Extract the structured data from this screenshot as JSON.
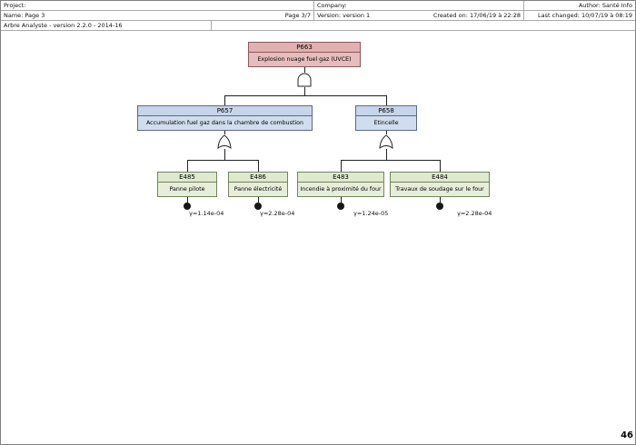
{
  "header": {
    "project": "Project:",
    "company": "Company:",
    "author": "Author: Santé Info",
    "name": "Name: Page 3",
    "page": "Page 3/7",
    "version": "Version: version 1",
    "created": "Created on: 17/06/19 à 22:28",
    "last_changed": "Last changed: 10/07/19 à 08:19",
    "app_version": "Arbre Analyste - version 2.2.0 - 2014-16"
  },
  "tree": {
    "top_event": {
      "id": "P663",
      "label": "Explosion nuage fuel gaz (UVCE)",
      "gate": "AND"
    },
    "intermediate_events": [
      {
        "id": "P657",
        "label": "Accumulation fuel gaz dans la chambre de combustion",
        "gate": "OR"
      },
      {
        "id": "P658",
        "label": "Etincelle",
        "gate": "OR"
      }
    ],
    "basic_events": [
      {
        "id": "E485",
        "label": "Panne pilote",
        "rate": "γ=1.14e-04"
      },
      {
        "id": "E486",
        "label": "Panne électricité",
        "rate": "γ=2.28e-04"
      },
      {
        "id": "E483",
        "label": "Incendie à proximité du four",
        "rate": "γ=1.24e-05"
      },
      {
        "id": "E484",
        "label": "Travaux de soudage sur le four",
        "rate": "γ=2.28e-04"
      }
    ]
  },
  "page_number": "46",
  "colors": {
    "top_event": "#e6bcbc",
    "intermediate_event": "#d0ddee",
    "basic_event": "#e6eed9",
    "line": "#222222"
  }
}
